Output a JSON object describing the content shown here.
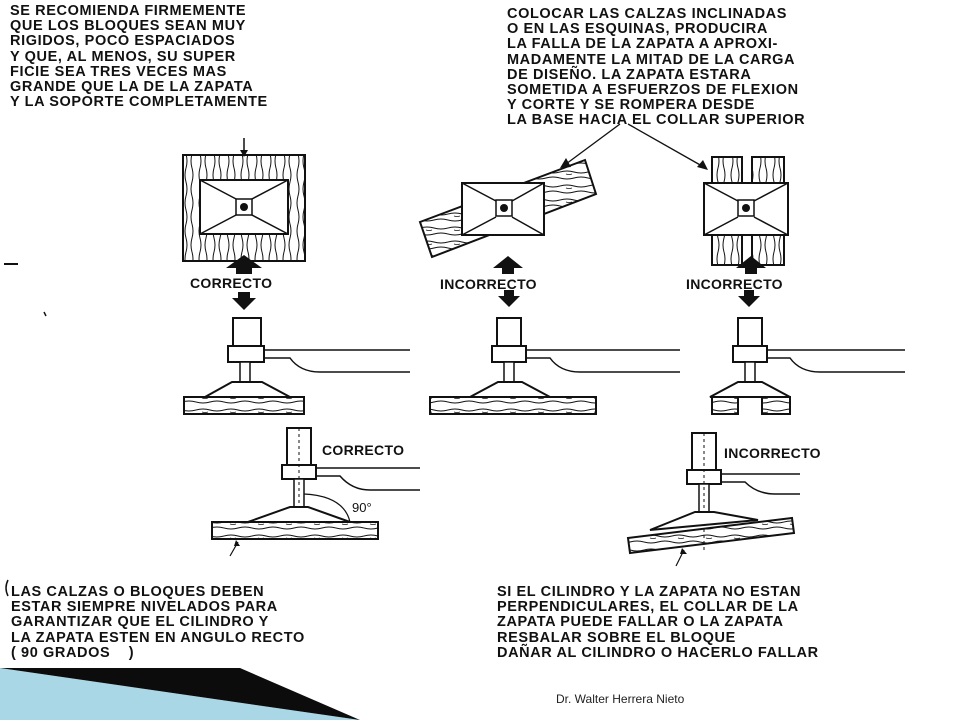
{
  "notes": {
    "top_left": "SE RECOMIENDA FIRMEMENTE\nQUE LOS BLOQUES SEAN MUY\nRIGIDOS, POCO ESPACIADOS\nY QUE, AL MENOS, SU SUPER\nFICIE SEA TRES VECES MAS\nGRANDE QUE LA DE LA ZAPATA\nY LA SOPORTE COMPLETAMENTE",
    "top_right": "COLOCAR LAS CALZAS INCLINADAS\nO EN LAS ESQUINAS, PRODUCIRA\nLA FALLA DE LA ZAPATA A APROXI-\nMADAMENTE LA MITAD DE LA CARGA\nDE DISEÑO. LA ZAPATA ESTARA\nSOMETIDA A ESFUERZOS DE FLEXION\nY CORTE Y SE ROMPERA DESDE\nLA BASE HACIA EL COLLAR SUPERIOR",
    "bottom_left": "LAS CALZAS O BLOQUES DEBEN\nESTAR SIEMPRE NIVELADOS PARA\nGARANTIZAR QUE EL CILINDRO Y\nLA ZAPATA ESTEN EN ANGULO RECTO\n( 90 GRADOS    )",
    "bottom_right": "SI EL CILINDRO Y LA ZAPATA NO ESTAN\nPERPENDICULARES, EL COLLAR DE LA\nZAPATA PUEDE FALLAR O LA ZAPATA\nRESBALAR SOBRE EL BLOQUE\nDAÑAR AL CILINDRO O HACERLO FALLAR"
  },
  "labels": {
    "top_correct": "CORRECTO",
    "top_incorrect_1": "INCORRECTO",
    "top_incorrect_2": "INCORRECTO",
    "bottom_correct": "CORRECTO",
    "bottom_incorrect": "INCORRECTO",
    "angle": "90°"
  },
  "footer": {
    "credit": "Dr. Walter Herrera Nieto"
  },
  "colors": {
    "ink": "#111111",
    "footer_dark": "#0c0c0c",
    "footer_blue": "#a9d7e6"
  }
}
